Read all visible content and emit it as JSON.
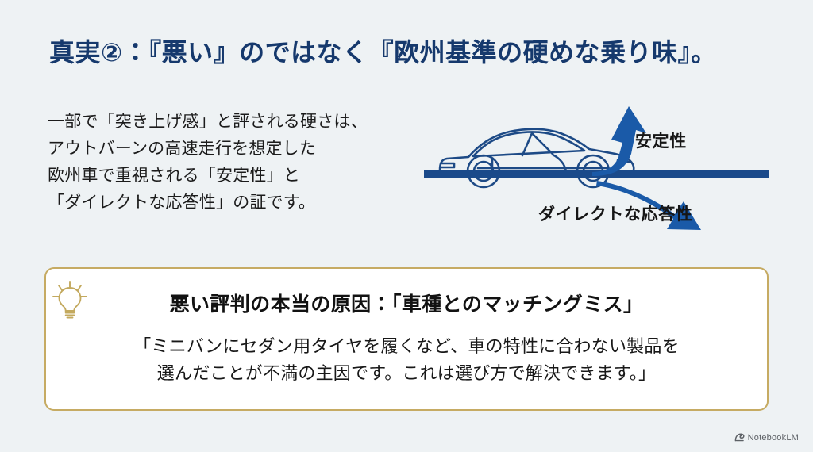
{
  "slide": {
    "background_color": "#eef2f4",
    "title": "真実②：『悪い』のではなく『欧州基準の硬めな乗り味』。",
    "title_color": "#16396d"
  },
  "body": {
    "lines": [
      "一部で「突き上げ感」と評される硬さは、",
      "アウトバーンの高速走行を想定した",
      "欧州車で重視される「安定性」と",
      "「ダイレクトな応答性」の証です。"
    ]
  },
  "illustration": {
    "car_icon": "car-side-outline-icon",
    "road_line_color": "#1a4a8a",
    "arrow_color": "#1a5aa8",
    "car_outline_color": "#1d4a86",
    "arrows": [
      {
        "name": "up-arrow",
        "direction": "up",
        "label": "安定性"
      },
      {
        "name": "down-arrow",
        "direction": "down-right",
        "label": "ダイレクトな応答性"
      }
    ]
  },
  "callout": {
    "border_color": "#c6ab63",
    "background_color": "#ffffff",
    "icon": "lightbulb-icon",
    "icon_color": "#c3a95e",
    "heading": "悪い評判の本当の原因：「車種とのマッチングミス」",
    "quote_lines": [
      "「ミニバンにセダン用タイヤを履くなど、車の特性に合わない製品を",
      "選んだことが不満の主因です。これは選び方で解決できます。」"
    ]
  },
  "watermark": {
    "icon": "notebooklm-logo-icon",
    "label": "NotebookLM"
  }
}
